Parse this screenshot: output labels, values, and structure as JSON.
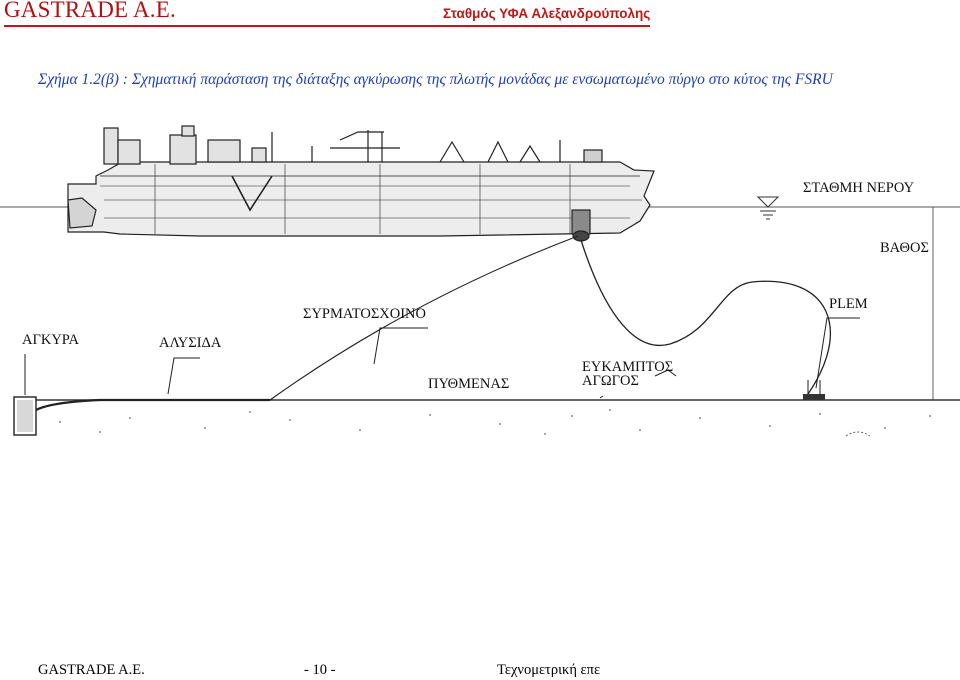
{
  "header": {
    "company": "GASTRADE A.E.",
    "station": "Σταθμός ΥΦΑ Αλεξανδρούπολης"
  },
  "caption": "Σχήμα 1.2(β) : Σχηματική παράσταση της διάταξης αγκύρωσης της πλωτής μονάδας με ενσωματωμένο πύργο στο κύτος της FSRU",
  "diagram": {
    "labels": {
      "water_level": "ΣΤΑΘΜΗ ΝΕΡΟΥ",
      "depth": "ΒΑΘΟΣ",
      "mooring_wire": "ΣΥΡΜΑΤΟΣΧΟΙΝΟ",
      "plem": "PLEM",
      "anchor": "ΑΓΚΥΡΑ",
      "chain": "ΑΛΥΣΙΔΑ",
      "seabed": "ΠΥΘΜΕΝΑΣ",
      "flexible_pipe_line1": "ΕΥΚΑΜΠΤΟΣ",
      "flexible_pipe_line2": "ΑΓΩΓΟΣ"
    }
  },
  "footer": {
    "company": "GASTRADE A.E.",
    "page": "- 10 -",
    "doc": "Τεχνομετρική επε"
  },
  "colors": {
    "header_red": "#c01818",
    "caption_blue": "#1d3fbe"
  }
}
